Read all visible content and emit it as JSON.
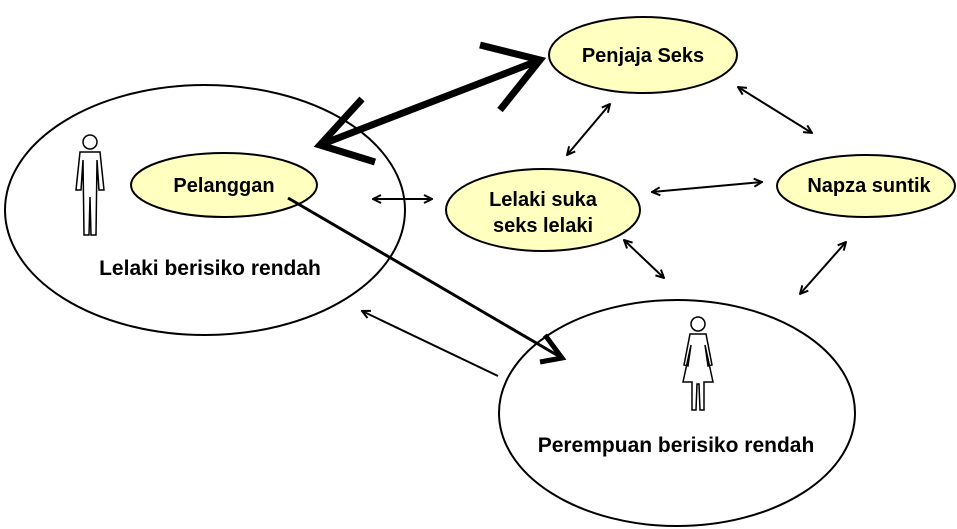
{
  "colors": {
    "node_fill": "#FFFFC0",
    "stroke": "#000000",
    "background": "#FFFFFF"
  },
  "groups": {
    "men": {
      "label": "Lelaki berisiko rendah",
      "icon": "male-person-icon"
    },
    "women": {
      "label": "Perempuan berisiko rendah",
      "icon": "female-person-icon"
    }
  },
  "nodes": {
    "pelanggan": "Pelanggan",
    "penjaja": "Penjaja Seks",
    "lsl_line1": "Lelaki suka",
    "lsl_line2": "seks lelaki",
    "napza": "Napza suntik"
  }
}
